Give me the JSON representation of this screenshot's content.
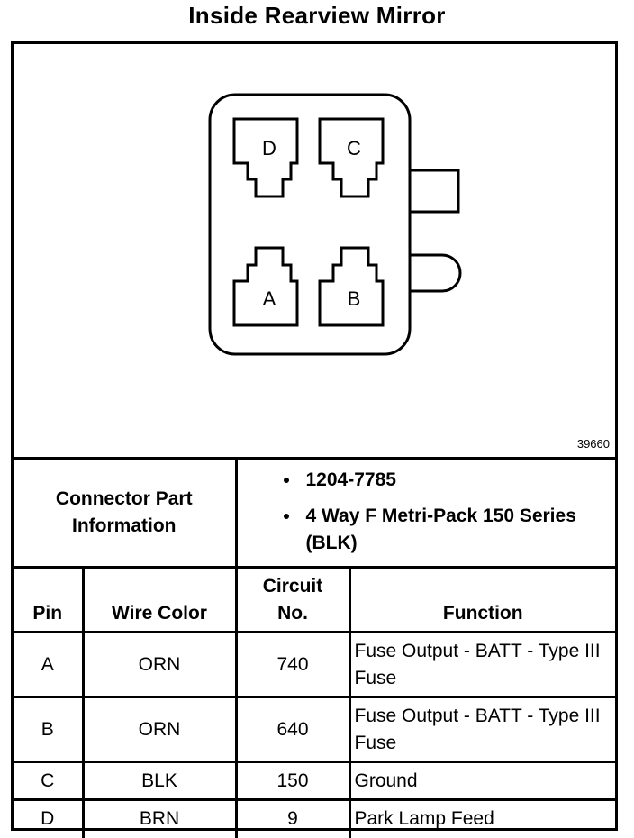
{
  "title": "Inside Rearview Mirror",
  "figure_number": "39660",
  "connector": {
    "pins": [
      {
        "letter": "D"
      },
      {
        "letter": "C"
      },
      {
        "letter": "A"
      },
      {
        "letter": "B"
      }
    ]
  },
  "part_info": {
    "label_line1": "Connector Part",
    "label_line2": "Information",
    "items": [
      "1204-7785",
      "4 Way F Metri-Pack 150 Series (BLK)"
    ]
  },
  "table": {
    "headers": {
      "pin": "Pin",
      "wire_color": "Wire Color",
      "circuit_line1": "Circuit",
      "circuit_line2": "No.",
      "function": "Function"
    },
    "rows": [
      {
        "pin": "A",
        "wire_color": "ORN",
        "circuit": "740",
        "function": "Fuse Output - BATT - Type III Fuse"
      },
      {
        "pin": "B",
        "wire_color": "ORN",
        "circuit": "640",
        "function": "Fuse Output - BATT - Type III Fuse"
      },
      {
        "pin": "C",
        "wire_color": "BLK",
        "circuit": "150",
        "function": "Ground"
      },
      {
        "pin": "D",
        "wire_color": "BRN",
        "circuit": "9",
        "function": "Park Lamp Feed"
      }
    ]
  }
}
